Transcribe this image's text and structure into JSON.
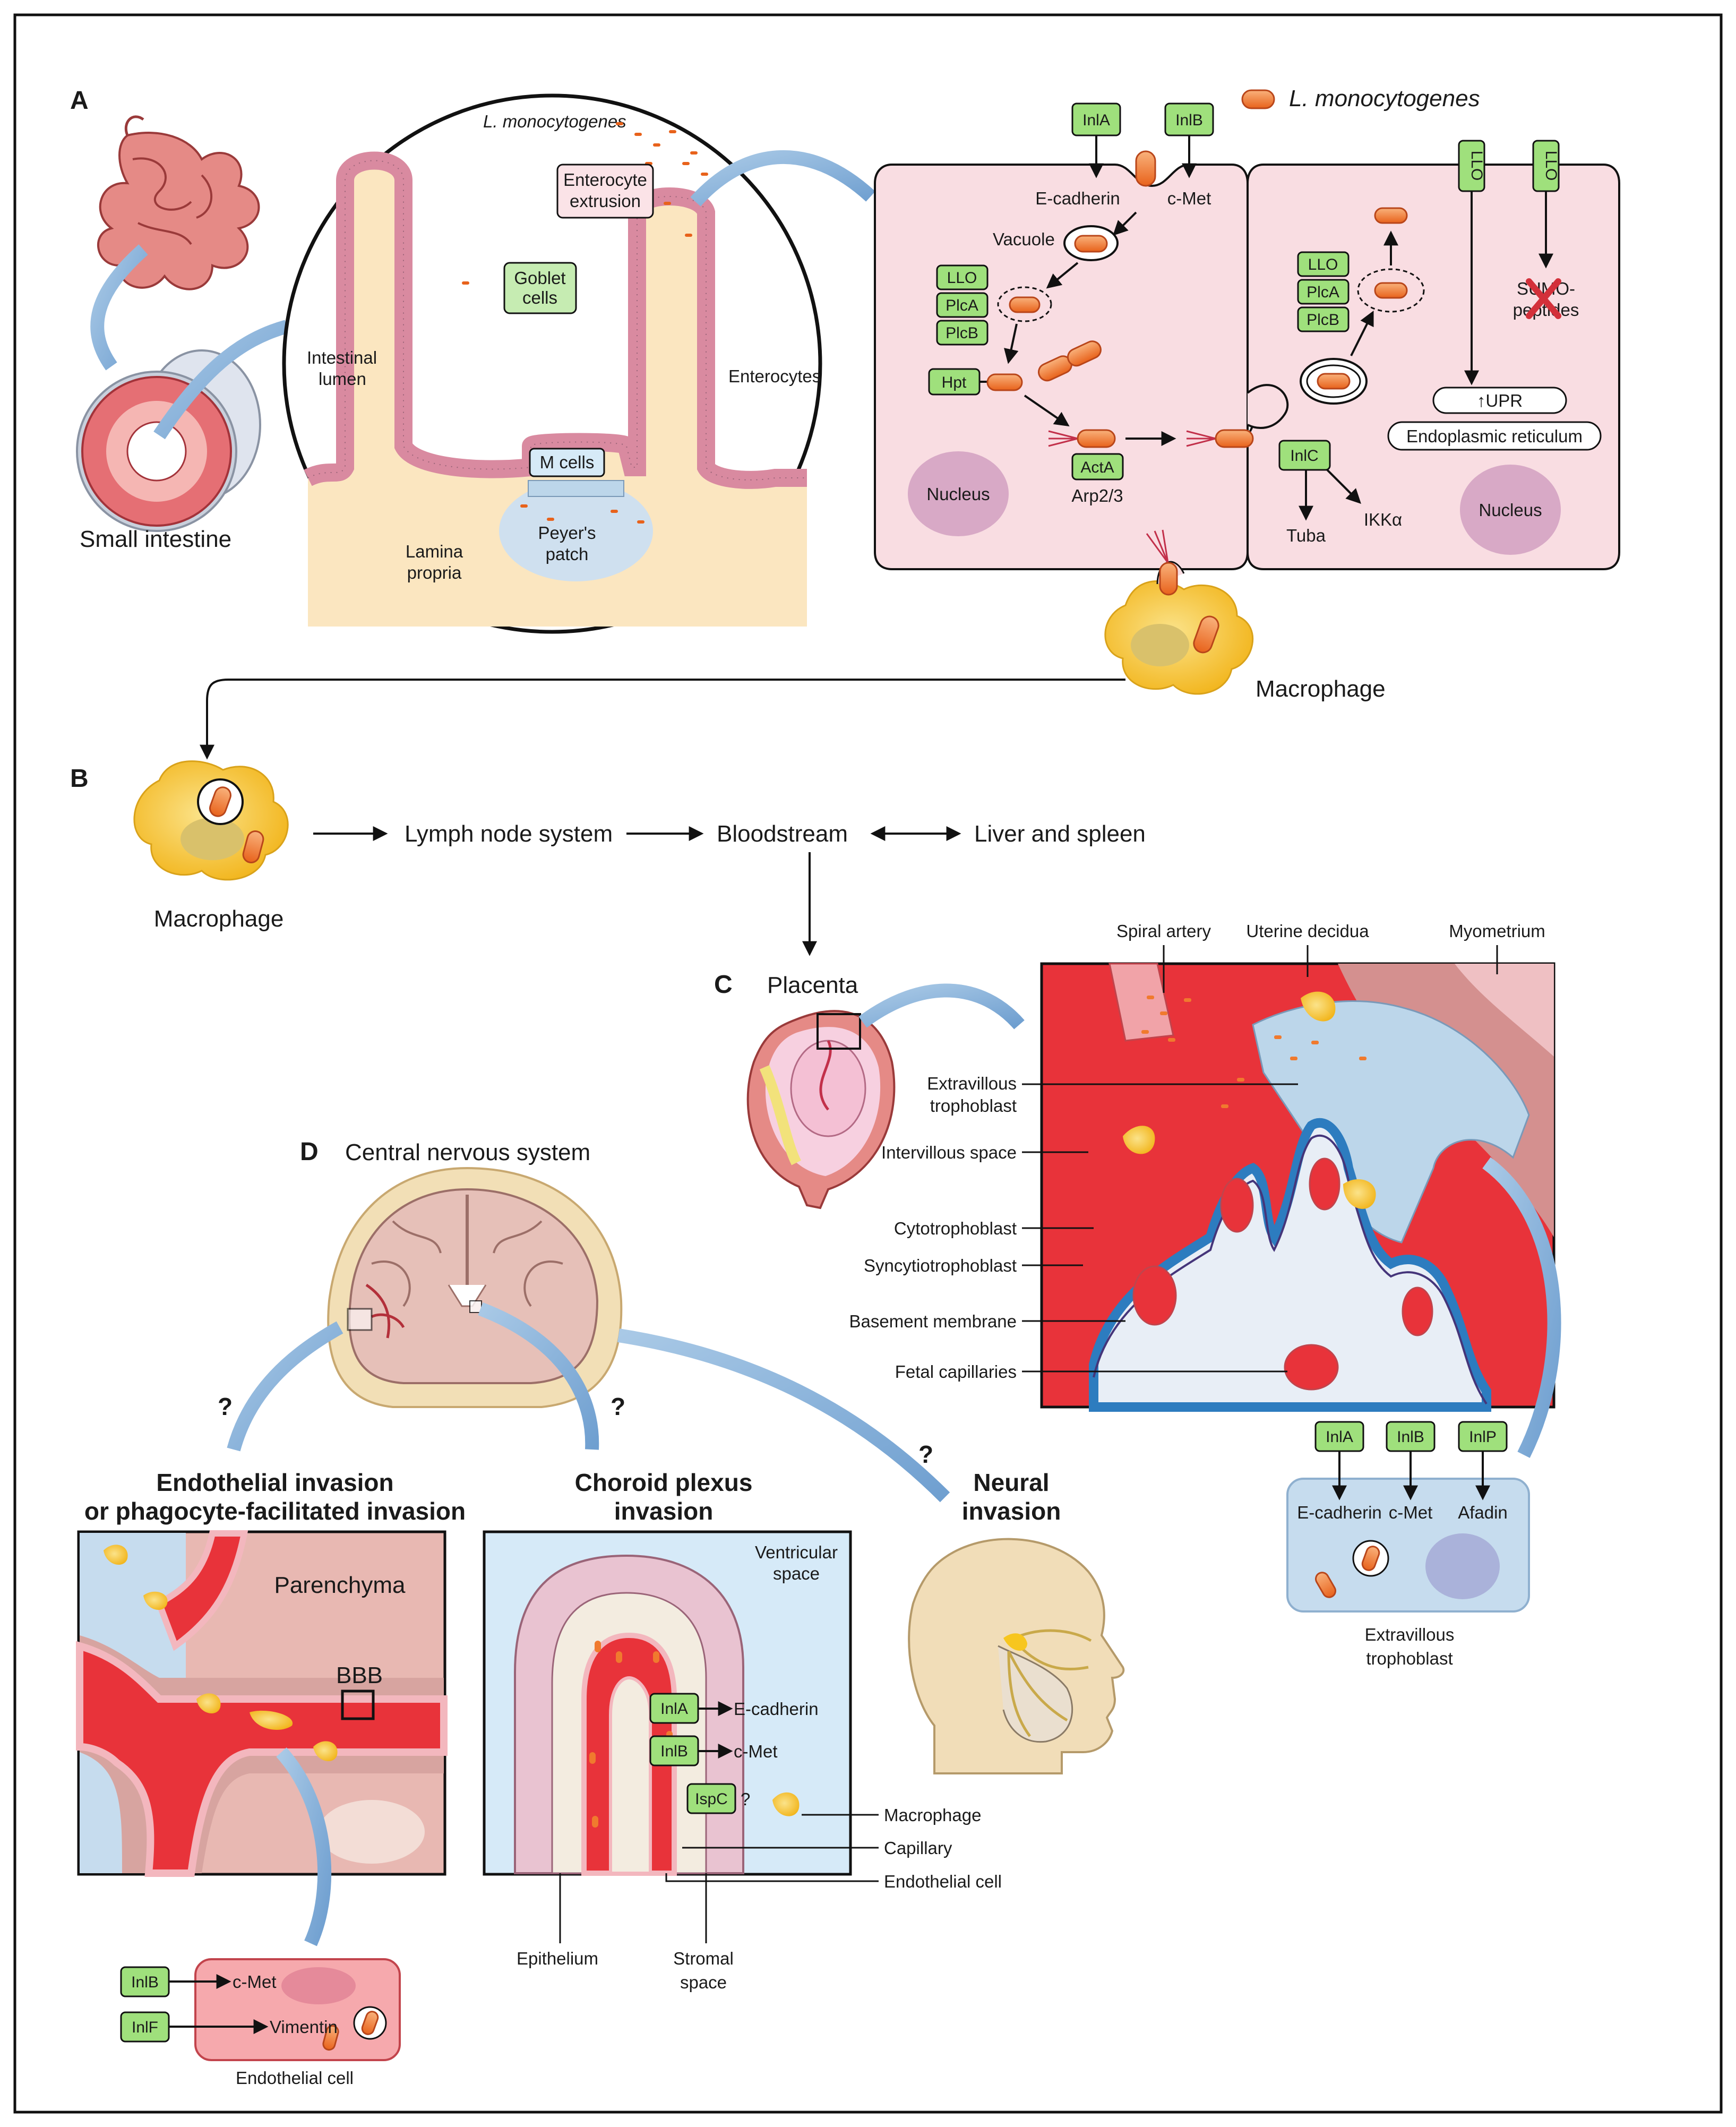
{
  "panels": {
    "a": "A",
    "b": "B",
    "c": "C",
    "d": "D"
  },
  "panel_a": {
    "small_intestine": "Small intestine",
    "l_mono_italic": "L. monocytogenes",
    "enterocyte_extrusion": [
      "Enterocyte",
      "extrusion"
    ],
    "goblet_cells": [
      "Goblet",
      "cells"
    ],
    "intestinal_lumen": [
      "Intestinal",
      "lumen"
    ],
    "enterocytes": "Enterocytes",
    "m_cells": "M cells",
    "peyers_patch": [
      "Peyer's",
      "patch"
    ],
    "lamina_propria": [
      "Lamina",
      "propria"
    ],
    "legend_bacterium": "L. monocytogenes",
    "inla": "InlA",
    "inlb": "InlB",
    "e_cadherin": "E-cadherin",
    "c_met": "c-Met",
    "vacuole": "Vacuole",
    "llo": "LLO",
    "plca": "PlcA",
    "plcb": "PlcB",
    "hpt": "Hpt",
    "acta": "ActA",
    "arp23": "Arp2/3",
    "nucleus": "Nucleus",
    "inlc": "InlC",
    "tuba": "Tuba",
    "ikka": "IKKα",
    "sumo": [
      "SUMO-",
      "peptides"
    ],
    "upr": "↑UPR",
    "er": "Endoplasmic reticulum",
    "macrophage": "Macrophage"
  },
  "panel_b": {
    "macrophage": "Macrophage",
    "lymph": "Lymph node system",
    "blood": "Bloodstream",
    "liver": "Liver and spleen"
  },
  "panel_c": {
    "placenta": "Placenta",
    "spiral_artery": "Spiral artery",
    "uterine_decidua": "Uterine decidua",
    "myometrium": "Myometrium",
    "extravillous": [
      "Extravillous",
      "trophoblast"
    ],
    "intervillous": "Intervillous space",
    "cytotrophoblast": "Cytotrophoblast",
    "syncytiotrophoblast": "Syncytiotrophoblast",
    "basement": "Basement membrane",
    "fetal_cap": "Fetal capillaries",
    "inla": "InlA",
    "inlb": "InlB",
    "inlp": "InlP",
    "e_cadherin": "E-cadherin",
    "c_met": "c-Met",
    "afadin": "Afadin",
    "evt_caption": [
      "Extravillous",
      "trophoblast"
    ]
  },
  "panel_d": {
    "cns": "Central nervous system",
    "q": "?",
    "endo_title": [
      "Endothelial invasion",
      "or phagocyte-facilitated invasion"
    ],
    "choroid_title": [
      "Choroid plexus",
      "invasion"
    ],
    "neural_title": [
      "Neural",
      "invasion"
    ],
    "parenchyma": "Parenchyma",
    "bbb": "BBB",
    "ventricular": [
      "Ventricular",
      "space"
    ],
    "inla": "InlA",
    "inlb": "InlB",
    "ispc": "IspC",
    "ispc_q": "?",
    "e_cadherin": "E-cadherin",
    "c_met": "c-Met",
    "macrophage": "Macrophage",
    "capillary": "Capillary",
    "endothelial_cell": "Endothelial cell",
    "epithelium": "Epithelium",
    "stromal": [
      "Stromal",
      "space"
    ],
    "inlb2": "InlB",
    "inlf": "InlF",
    "c_met2": "c-Met",
    "vimentin": "Vimentin",
    "endo_caption": "Endothelial cell"
  },
  "colors": {
    "protein_box": "#9fe07c",
    "cell_pink": "#f9dde2",
    "blood_red": "#e8333a",
    "villus_fill": "#fbe6c0",
    "placenta_cell": "#bcd6ea",
    "bacterium": "#f07a2e",
    "macrophage": "#f5c53a"
  }
}
